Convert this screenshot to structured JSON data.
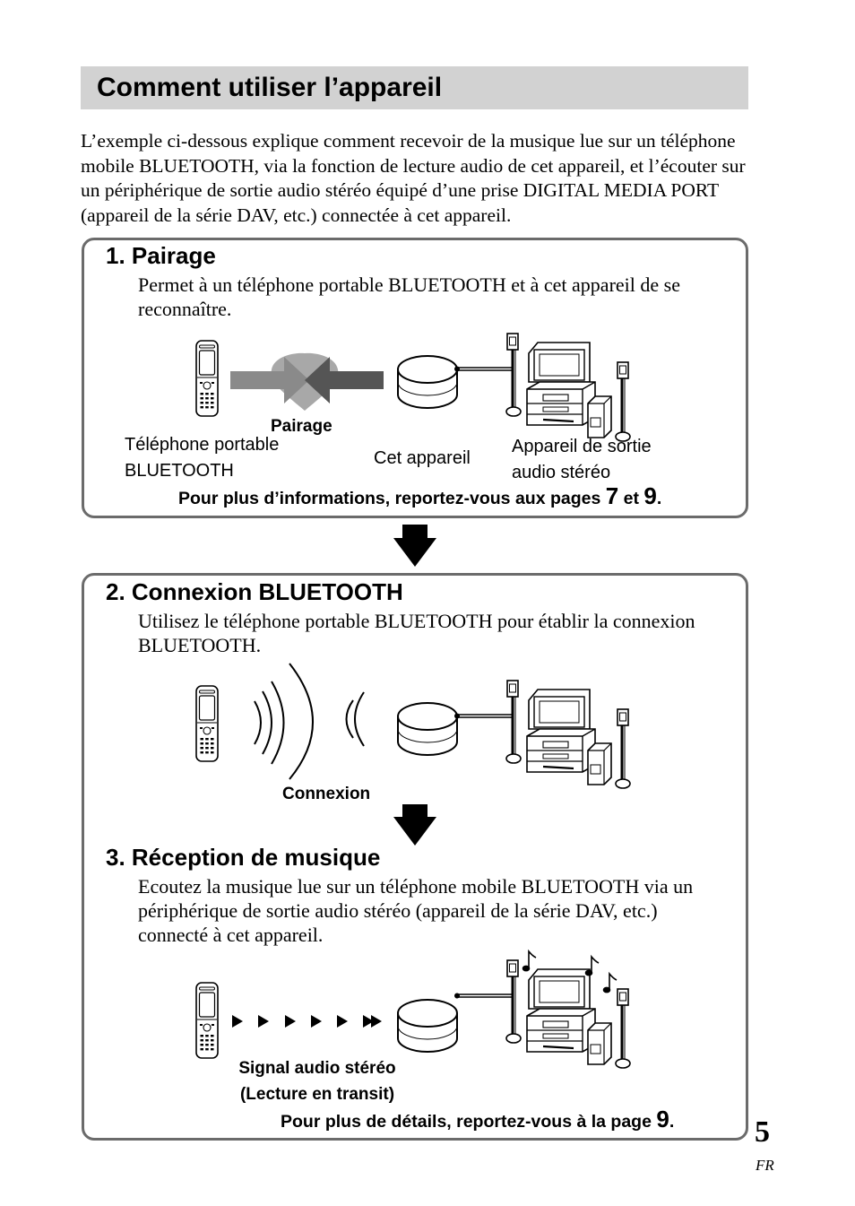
{
  "header": {
    "title": "Comment utiliser l’appareil"
  },
  "intro": "L’exemple ci-dessous explique comment recevoir de la musique lue sur un téléphone mobile BLUETOOTH, via la fonction de lecture audio de cet appareil, et l’écouter sur un périphérique de sortie audio stéréo équipé d’une prise DIGITAL MEDIA PORT (appareil de la série DAV, etc.) connectée à cet appareil.",
  "step1": {
    "title": "1. Pairage",
    "text": "Permet à un téléphone portable BLUETOOTH et à cet appareil de se reconnaître.",
    "label_pairing": "Pairage",
    "label_phone_line1": "Téléphone portable",
    "label_phone_line2": "BLUETOOTH",
    "label_device": "Cet appareil",
    "label_output_line1": "Appareil de sortie",
    "label_output_line2": "audio stéréo",
    "ref_text": "Pour plus d’informations, reportez-vous aux pages",
    "ref_page_a": "7",
    "ref_and": "et",
    "ref_page_b": "9",
    "ref_end": "."
  },
  "step2": {
    "title": "2. Connexion BLUETOOTH",
    "text": "Utilisez le téléphone portable BLUETOOTH pour établir la connexion BLUETOOTH.",
    "label_connection": "Connexion"
  },
  "step3": {
    "title": "3. Réception de musique",
    "text": "Ecoutez la musique lue sur un téléphone mobile BLUETOOTH via un périphérique de sortie audio stéréo (appareil de la série DAV, etc.) connecté à cet appareil.",
    "label_signal_line1": "Signal audio stéréo",
    "label_signal_line2": "(Lecture en transit)",
    "ref_text": "Pour plus de détails, reportez-vous à la page",
    "ref_page": "9",
    "ref_end": "."
  },
  "footer": {
    "page_number": "5",
    "lang": "FR"
  }
}
